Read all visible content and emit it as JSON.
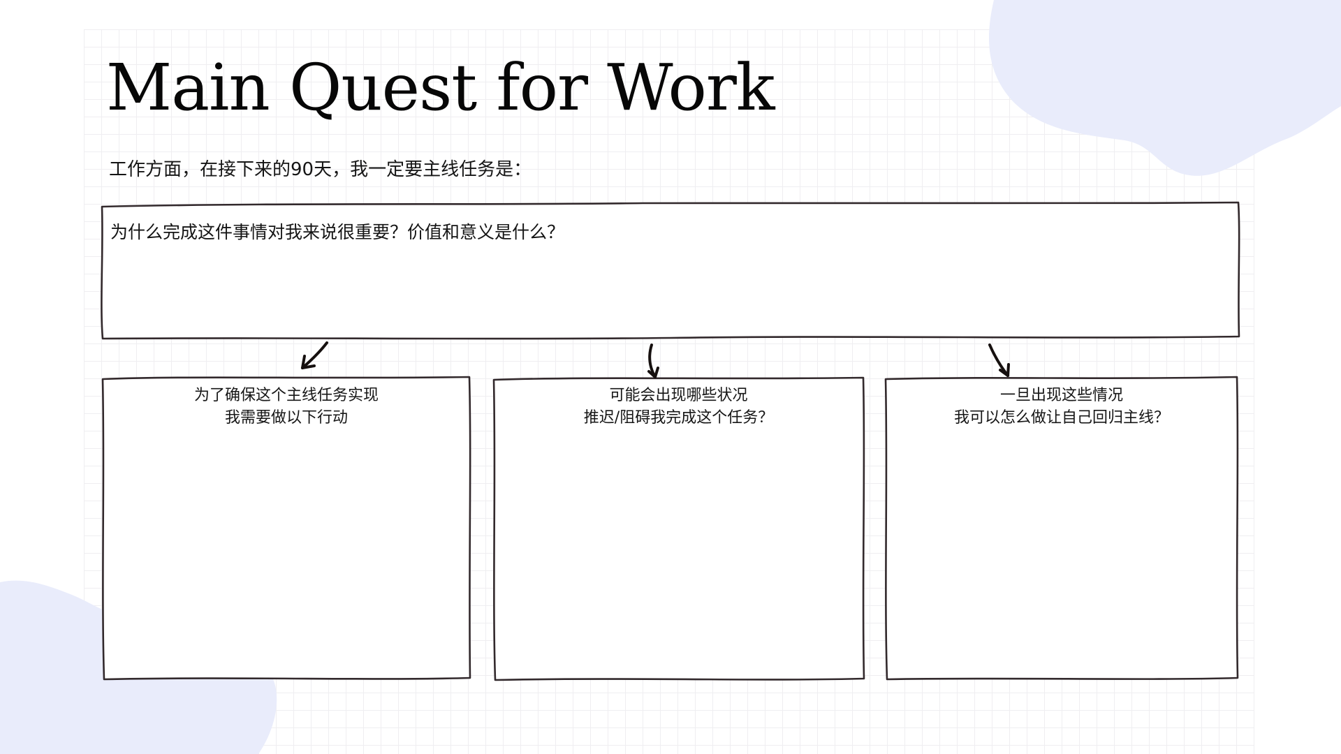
{
  "page": {
    "title": "Main Quest for Work",
    "subtitle": "工作方面，在接下来的90天，我一定要主线任务是："
  },
  "main_box": {
    "question": "为什么完成这件事情对我来说很重要？价值和意义是什么？"
  },
  "sub_boxes": [
    {
      "line1": "为了确保这个主线任务实现",
      "line2": "我需要做以下行动"
    },
    {
      "line1": "可能会出现哪些状况",
      "line2": "推迟/阻碍我完成这个任务？"
    },
    {
      "line1": "一旦出现这些情况",
      "line2": "我可以怎么做让自己回归主线？"
    }
  ],
  "colors": {
    "background": "#ffffff",
    "corner_blob": "#e9ecfb",
    "grid_line": "#efeef1",
    "sketch_border": "#32292c",
    "arrow": "#16100f",
    "title_text": "#070707",
    "body_text": "#141414"
  }
}
